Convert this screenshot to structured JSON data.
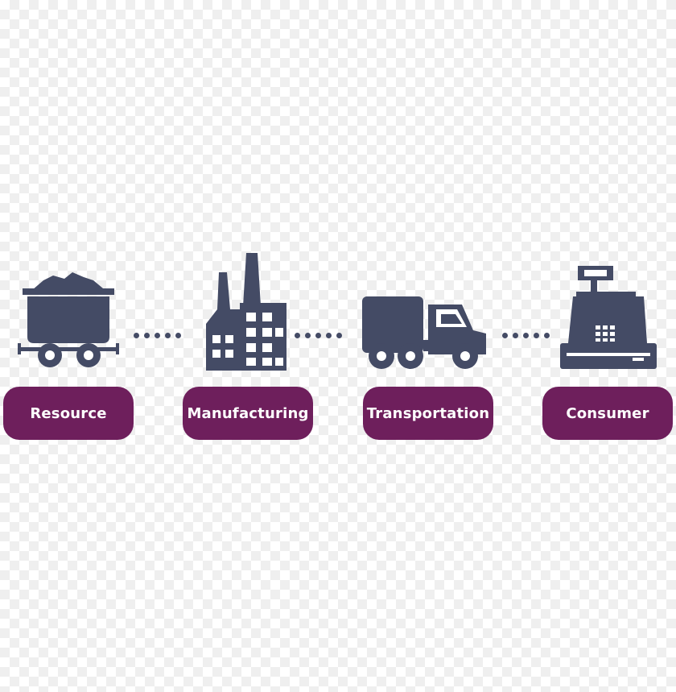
{
  "colors": {
    "icon": "#444b65",
    "label_bg": "#6e1f5c",
    "label_text": "#ffffff"
  },
  "stages": [
    {
      "label": "Resource",
      "icon": "mine-cart-icon"
    },
    {
      "label": "Manufacturing",
      "icon": "factory-icon"
    },
    {
      "label": "Transportation",
      "icon": "truck-icon"
    },
    {
      "label": "Consumer",
      "icon": "cash-register-icon"
    }
  ]
}
